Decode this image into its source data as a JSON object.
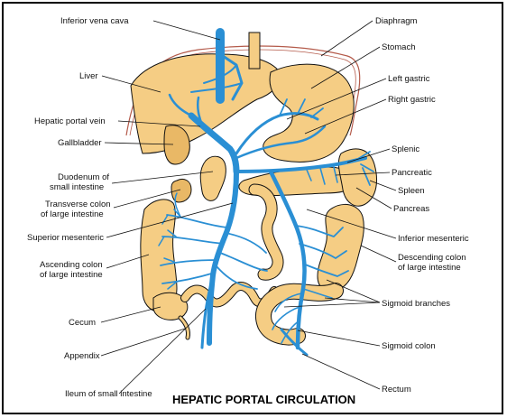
{
  "title": "HEPATIC PORTAL CIRCULATION",
  "colors": {
    "vessel": "#2a8fd4",
    "organ": "#f5cd84",
    "background": "#ffffff"
  },
  "labels": {
    "inferior_vena_cava": "Inferior vena cava",
    "diaphragm": "Diaphragm",
    "stomach": "Stomach",
    "liver": "Liver",
    "left_gastric": "Left gastric",
    "right_gastric": "Right gastric",
    "hepatic_portal_vein": "Hepatic portal vein",
    "gallbladder": "Gallbladder",
    "splenic": "Splenic",
    "pancreatic": "Pancreatic",
    "duodenum_1": "Duodenum of",
    "duodenum_2": "small intestine",
    "spleen": "Spleen",
    "transverse_1": "Transverse colon",
    "transverse_2": "of large intestine",
    "pancreas": "Pancreas",
    "superior_mesenteric": "Superior mesenteric",
    "inferior_mesenteric": "Inferior mesenteric",
    "ascending_1": "Ascending colon",
    "ascending_2": "of large intestine",
    "descending_1": "Descending colon",
    "descending_2": "of large intestine",
    "sigmoid_branches": "Sigmoid branches",
    "cecum": "Cecum",
    "sigmoid_colon": "Sigmoid colon",
    "appendix": "Appendix",
    "rectum": "Rectum",
    "ileum": "Ileum of small intestine"
  }
}
